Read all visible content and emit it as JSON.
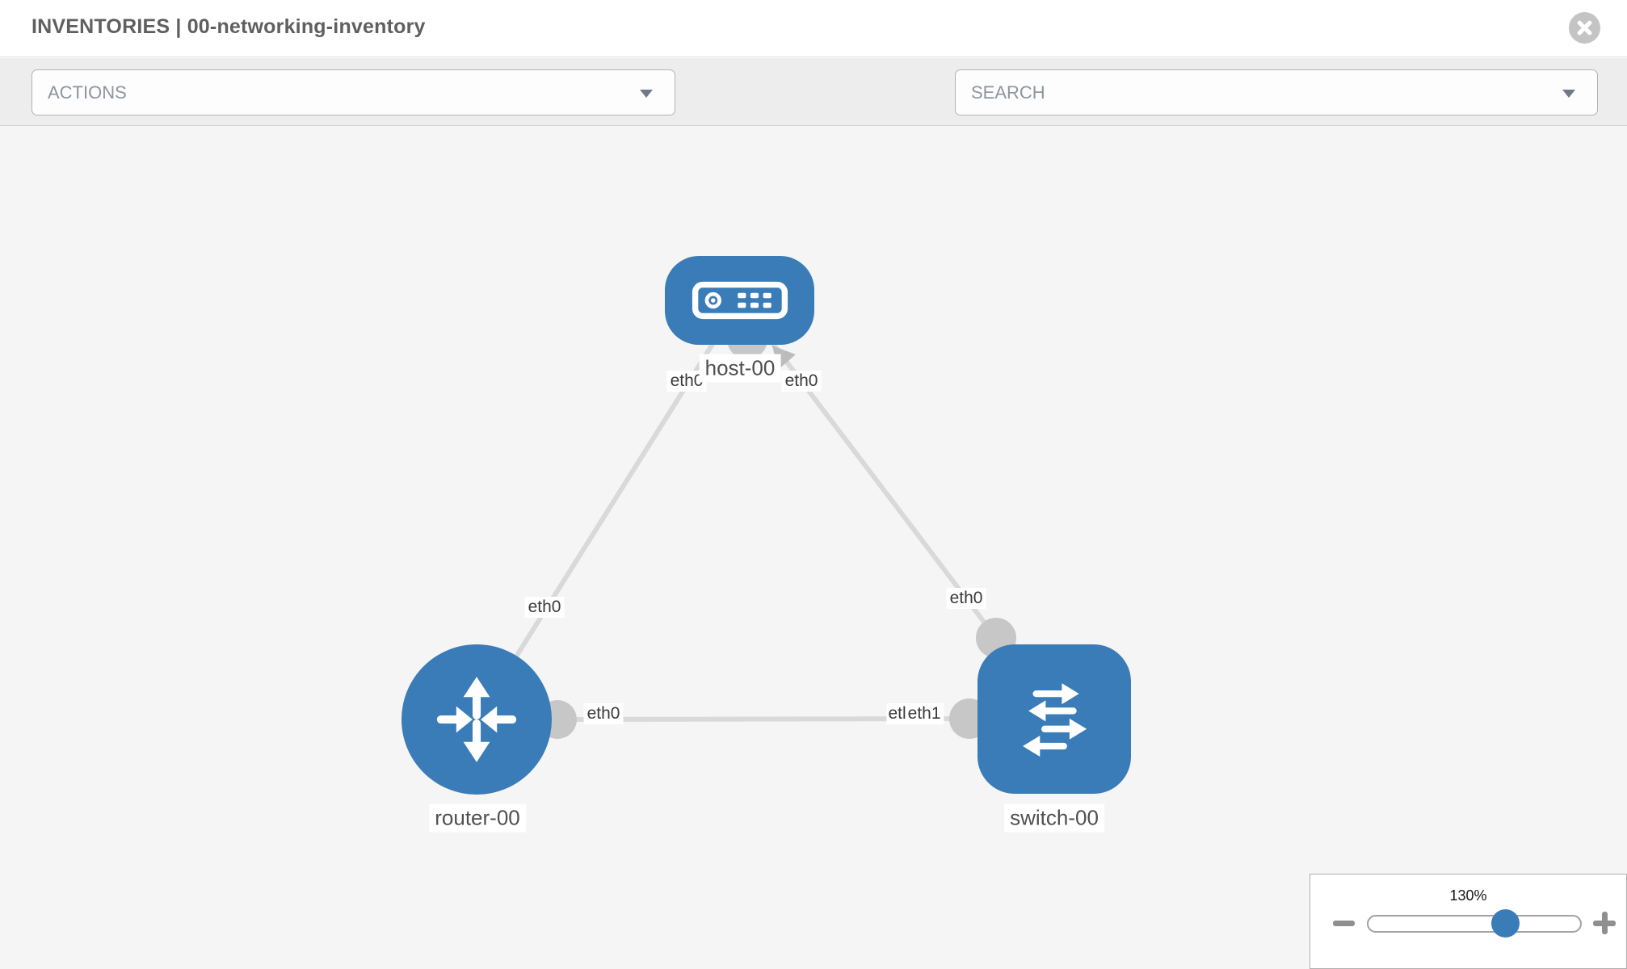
{
  "header": {
    "title": "INVENTORIES | 00-networking-inventory"
  },
  "toolbar": {
    "actions": {
      "label": "ACTIONS"
    },
    "search": {
      "placeholder": "SEARCH"
    },
    "icons": [
      "wrench-icon",
      "key-icon"
    ]
  },
  "topology": {
    "nodes": [
      {
        "label": "host-00",
        "type": "host"
      },
      {
        "label": "router-00",
        "type": "router"
      },
      {
        "label": "switch-00",
        "type": "switch"
      }
    ],
    "links": [
      {
        "from": "host-00",
        "to": "router-00",
        "from_label": "eth0",
        "to_label": "eth0"
      },
      {
        "from": "host-00",
        "to": "switch-00",
        "from_label": "eth0",
        "to_label": "eth0"
      },
      {
        "from": "router-00",
        "to": "switch-00",
        "from_label": "eth0",
        "to_label": "eth1",
        "to_label_clipped": "etl"
      }
    ]
  },
  "zoom": {
    "level": "130%"
  },
  "colors": {
    "node_blue": "#3a7cb8",
    "link_gray": "#d9d9d9",
    "endpoint_gray": "#c7c7c7",
    "icon_gray": "#6e7a87",
    "canvas_bg": "#f5f5f5",
    "toolbar_bg": "#ededed"
  }
}
